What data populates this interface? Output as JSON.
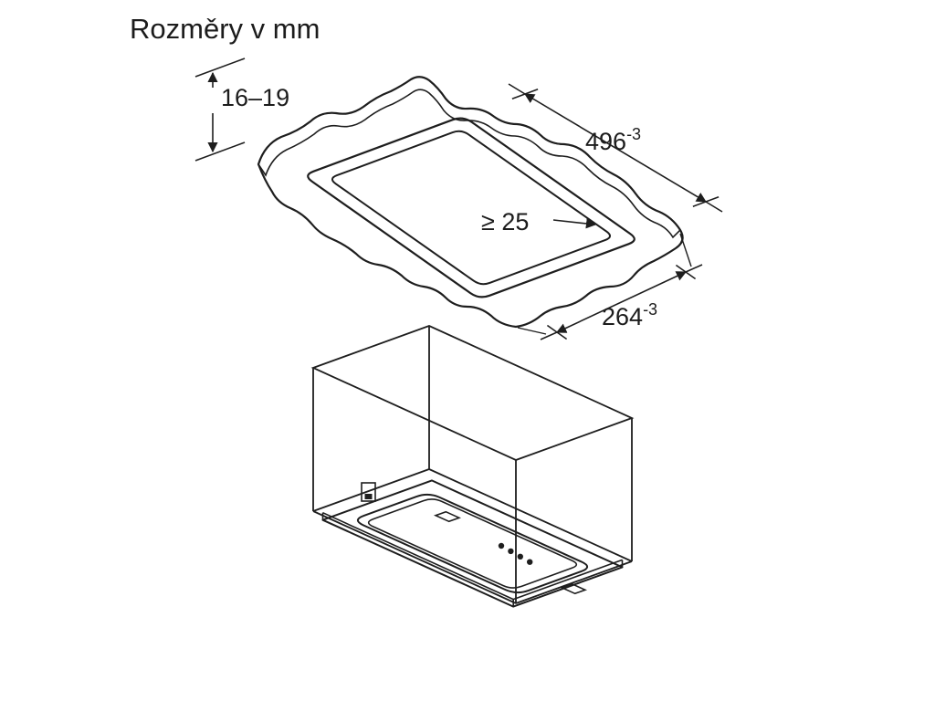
{
  "title": "Rozměry v mm",
  "drawing": {
    "thickness_label": "16–19",
    "width_value": "496",
    "width_tolerance": "-3",
    "clearance_label": "≥ 25",
    "depth_value": "264",
    "depth_tolerance": "-3"
  },
  "colors": {
    "line": "#1e1e1e",
    "background": "#ffffff"
  }
}
